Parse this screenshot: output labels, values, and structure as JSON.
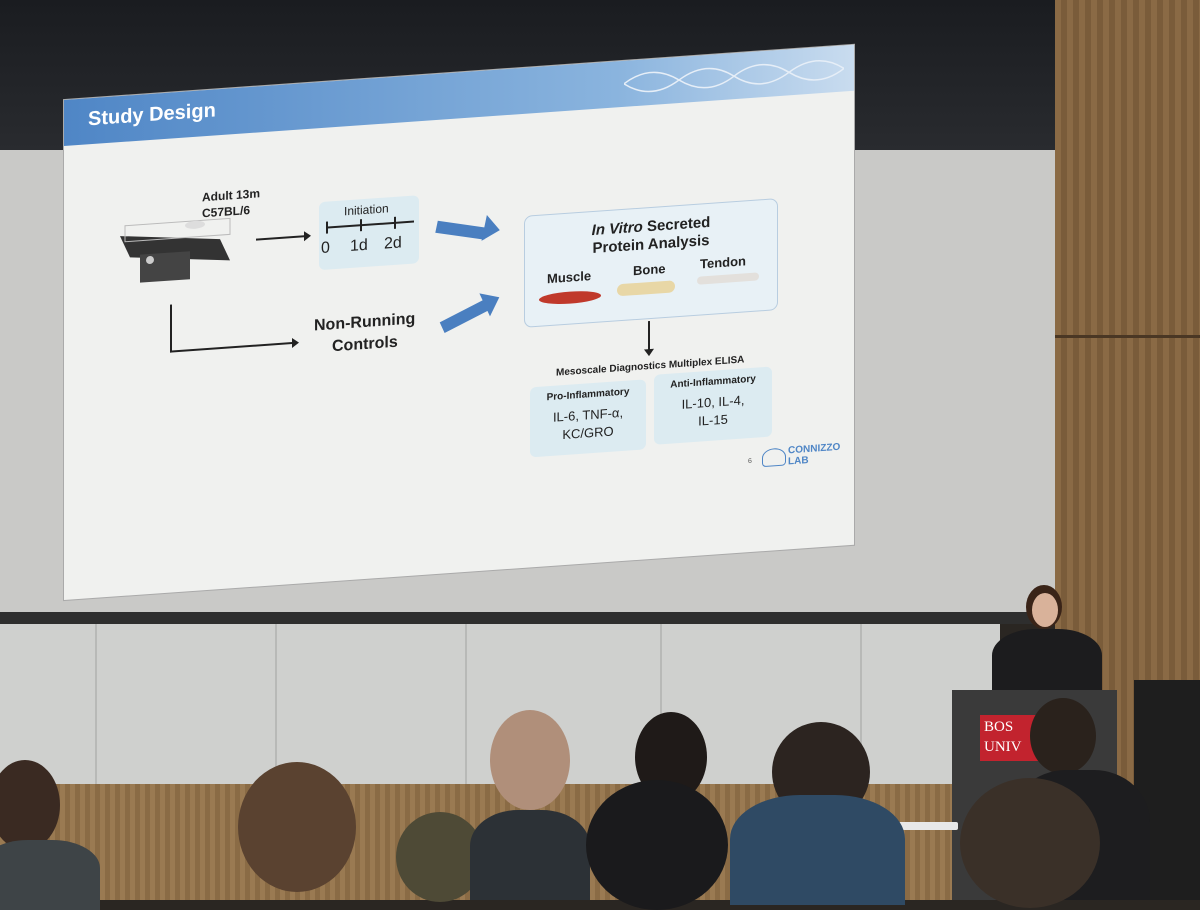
{
  "slide": {
    "title": "Study Design",
    "subject": "Adult 13m",
    "strain": "C57BL/6",
    "initiation_label": "Initiation",
    "timeline_ticks": [
      "0",
      "1d",
      "2d"
    ],
    "controls_line1": "Non-Running",
    "controls_line2": "Controls",
    "analysis_italic": "In Vitro",
    "analysis_rest": " Secreted",
    "analysis_line2": "Protein Analysis",
    "tissues": [
      "Muscle",
      "Bone",
      "Tendon"
    ],
    "assay": "Mesoscale Diagnostics Multiplex ELISA",
    "pro_heading": "Pro-Inflammatory",
    "pro_line1": "IL-6, TNF-α,",
    "pro_line2": "KC/GRO",
    "anti_heading": "Anti-Inflammatory",
    "anti_line1": "IL-10, IL-4,",
    "anti_line2": "IL-15",
    "page_number": "6",
    "logo_line1": "CONNIZZO",
    "logo_line2": "LAB"
  },
  "podium_sign": {
    "line1": "BOS",
    "line2": "UNIV"
  },
  "colors": {
    "header_blue": "#4f86c6",
    "arrow_blue": "#4a7fc0",
    "muscle_red": "#c0392b",
    "podium_red": "#c2232e"
  }
}
